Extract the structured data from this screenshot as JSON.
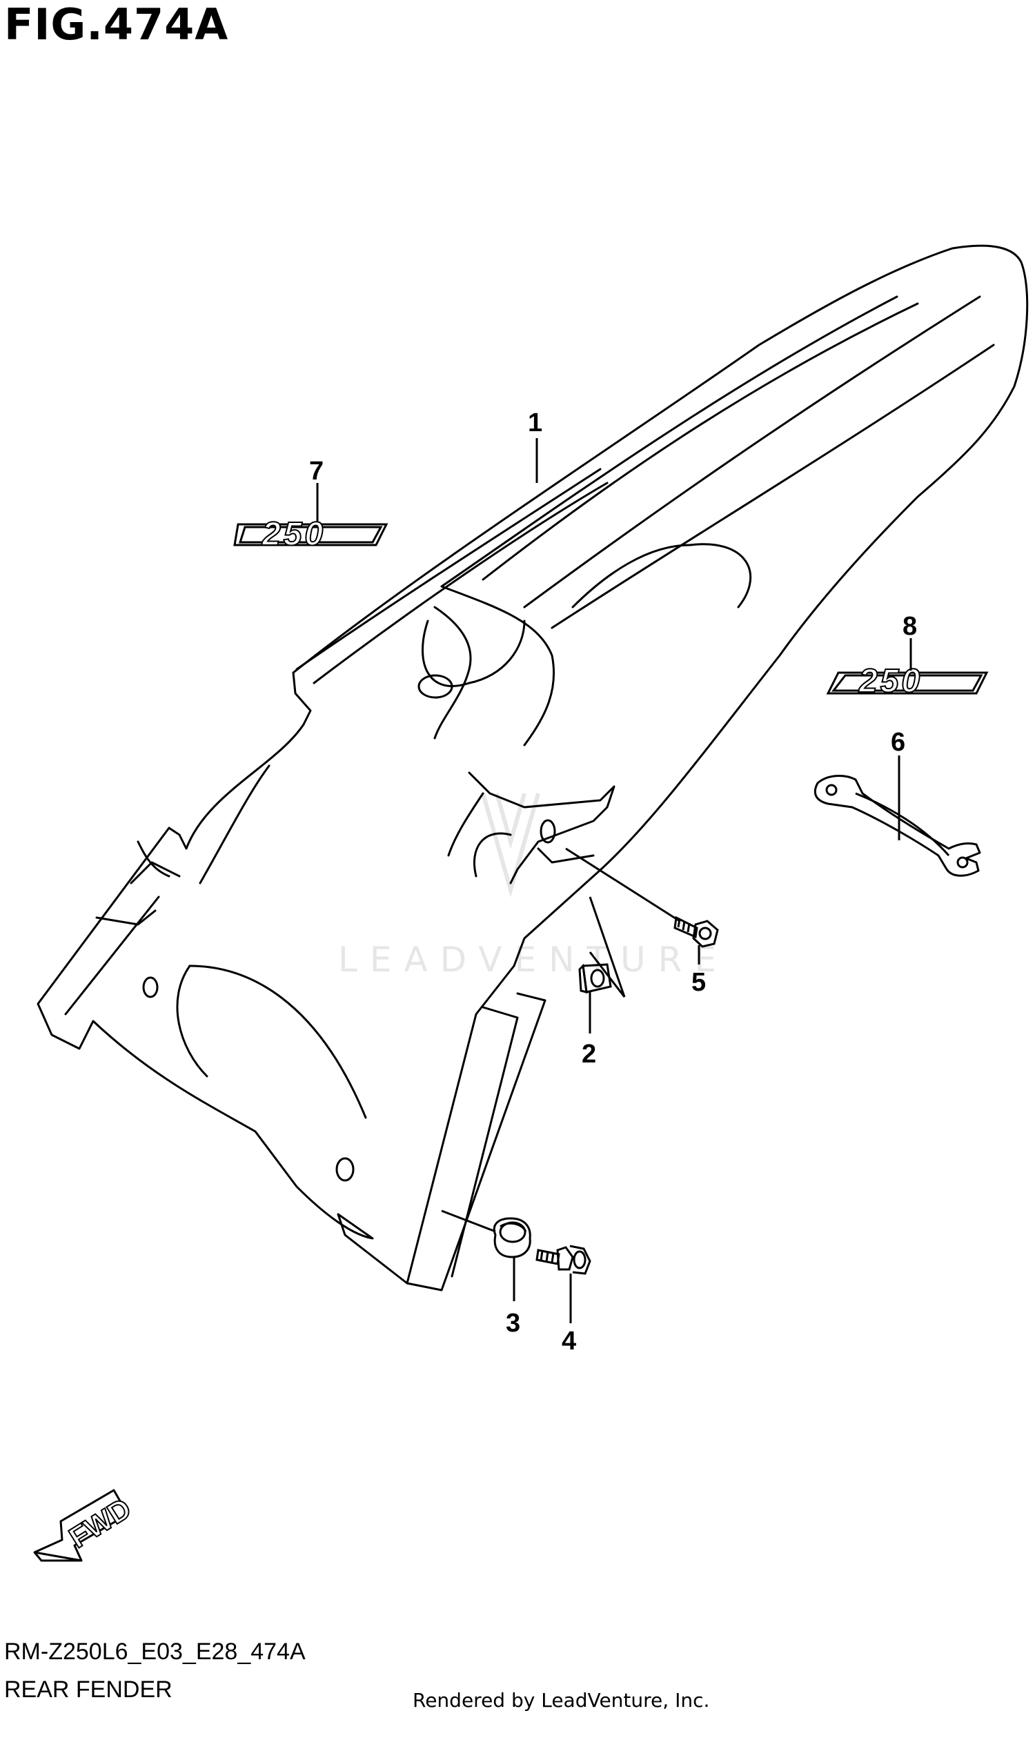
{
  "figure": {
    "title": "FIG.474A",
    "code": "RM-Z250L6_E03_E28_474A",
    "name": "REAR FENDER",
    "rendered_by": "Rendered by LeadVenture, Inc.",
    "watermark": "LEADVENTURE"
  },
  "callouts": [
    {
      "number": "1",
      "part": "rear-fender"
    },
    {
      "number": "2",
      "part": "nut"
    },
    {
      "number": "3",
      "part": "cushion"
    },
    {
      "number": "4",
      "part": "bolt"
    },
    {
      "number": "5",
      "part": "bolt"
    },
    {
      "number": "6",
      "part": "band"
    },
    {
      "number": "7",
      "part": "emblem"
    },
    {
      "number": "8",
      "part": "emblem"
    }
  ],
  "emblem_text": "250",
  "direction_indicator": "FWD",
  "colors": {
    "line": "#000000",
    "background": "#ffffff",
    "watermark": "#e6e6e6"
  }
}
